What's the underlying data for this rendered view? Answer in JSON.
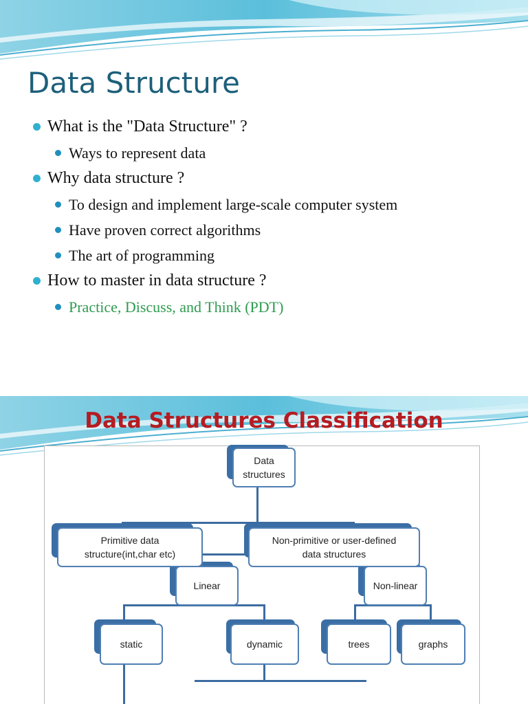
{
  "slide1": {
    "title": "Data Structure",
    "bullets": [
      {
        "text": "What is the \"Data Structure\" ?",
        "children": [
          "Ways to represent data"
        ]
      },
      {
        "text": "Why data structure ?",
        "children": [
          "To design and implement large-scale computer system",
          "Have proven correct algorithms",
          "The art of programming"
        ]
      },
      {
        "text": "How to master in data structure ?",
        "children": [
          "Practice, Discuss, and Think (PDT)"
        ]
      }
    ],
    "highlight_color": "#2e9b4f",
    "title_color": "#1d5f7a",
    "bullet_color": "#2fb0cf"
  },
  "slide2": {
    "title": "Data Structures Classification",
    "title_color": "#b51c22",
    "diagram": {
      "root": "Data\nstructures",
      "primitive": "Primitive data\nstructure(int,char etc)",
      "non_primitive": "Non-primitive or user-defined\ndata structures",
      "linear": "Linear",
      "non_linear": "Non-linear",
      "static": "static",
      "dynamic": "dynamic",
      "trees": "trees",
      "graphs": "graphs"
    },
    "node_border_color": "#4f7fb3"
  }
}
